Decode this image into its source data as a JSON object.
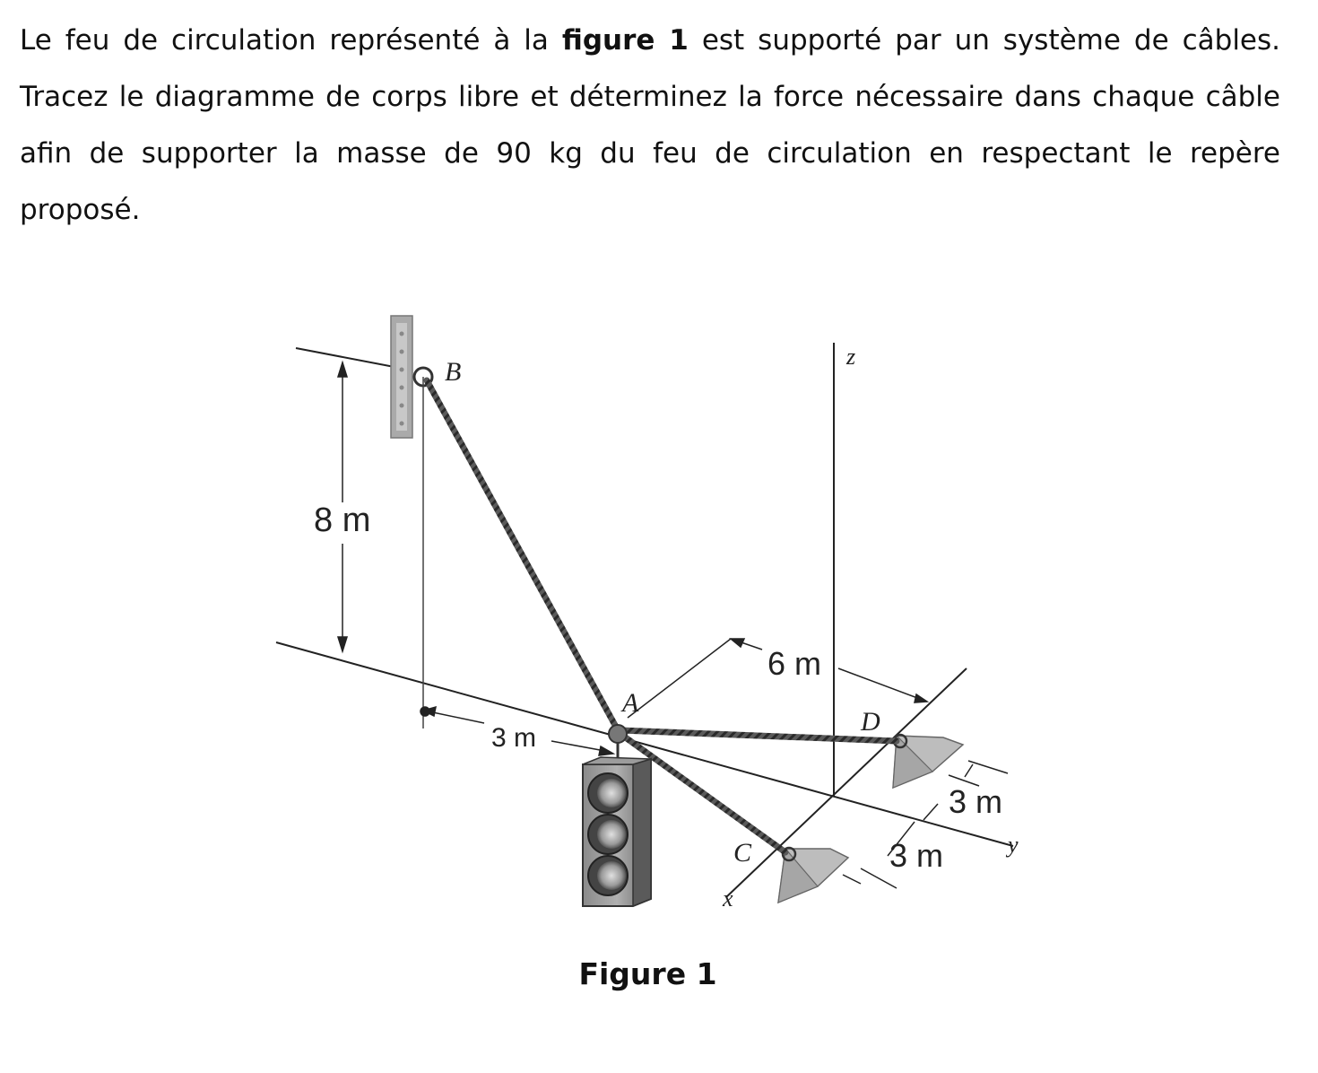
{
  "problem": {
    "text_before": "Le feu de circulation représenté à la ",
    "figure_ref": "figure 1",
    "text_after": " est supporté par un système de câbles. Tracez le diagramme de corps libre et déterminez la force nécessaire dans chaque câble afin de supporter la masse de 90 kg du feu de circulation en respectant le repère proposé."
  },
  "figure": {
    "caption": "Figure 1",
    "points": {
      "A": "A",
      "B": "B",
      "C": "C",
      "D": "D"
    },
    "axes": {
      "x": "x",
      "y": "y",
      "z": "z"
    },
    "dimensions": {
      "height_B": "8 m",
      "dist_A_to_B_base": "3 m",
      "dist_6m": "6 m",
      "dist_D": "3 m",
      "dist_C": "3 m"
    }
  }
}
